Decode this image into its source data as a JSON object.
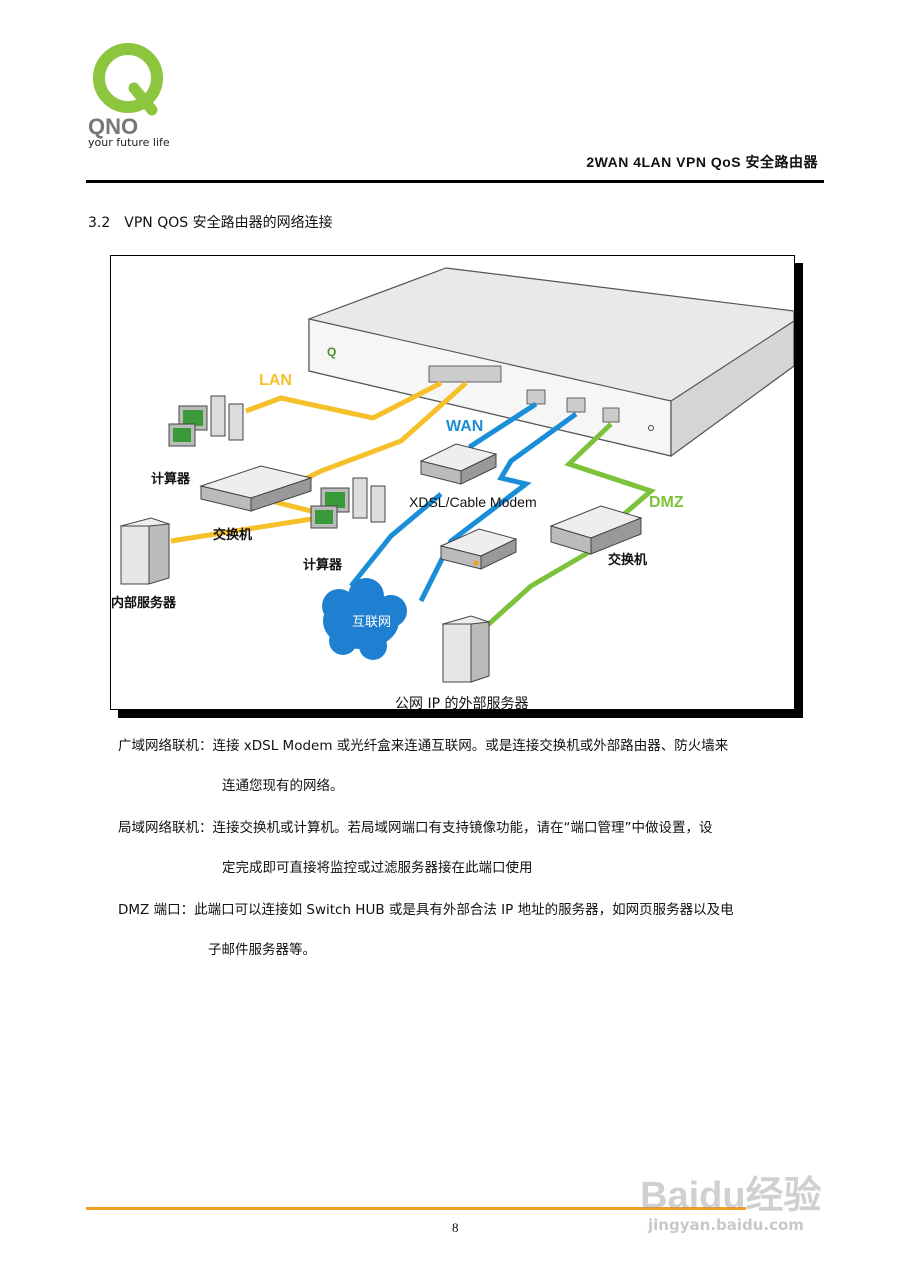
{
  "header": {
    "logo_text": "QNO",
    "tagline": "your future life",
    "title": "2WAN 4LAN VPN QoS 安全路由器"
  },
  "section": {
    "number": "3.2",
    "title": "VPN QOS 安全路由器的网络连接"
  },
  "diagram": {
    "labels": {
      "lan": "LAN",
      "wan": "WAN",
      "dmz": "DMZ",
      "modem": "XDSL/Cable Modem",
      "computer_left": "计算器",
      "computer_mid": "计算器",
      "switch_left": "交换机",
      "switch_right": "交换机",
      "internal_server": "内部服务器",
      "internet": "互联网",
      "public_server": "公网 IP 的外部服务器"
    },
    "colors": {
      "lan": "#f5c02a",
      "wan": "#1a8ed8",
      "dmz": "#7cc23a"
    }
  },
  "paragraphs": [
    {
      "line1": "广域网络联机：连接 xDSL Modem 或光纤盒来连通互联网。或是连接交换机或外部路由器、防火墙来",
      "line2": "连通您现有的网络。"
    },
    {
      "line1": "局域网络联机：连接交换机或计算机。若局域网端口有支持镜像功能，请在“端口管理”中做设置，设",
      "line2": "定完成即可直接将监控或过滤服务器接在此端口使用"
    },
    {
      "line1": "DMZ  端口：此端口可以连接如 Switch HUB 或是具有外部合法 IP 地址的服务器，如网页服务器以及电",
      "line2": "子邮件服务器等。"
    }
  ],
  "footer": {
    "page_number": "8",
    "watermark": "Baidu经验",
    "watermark_url": "jingyan.baidu.com"
  }
}
